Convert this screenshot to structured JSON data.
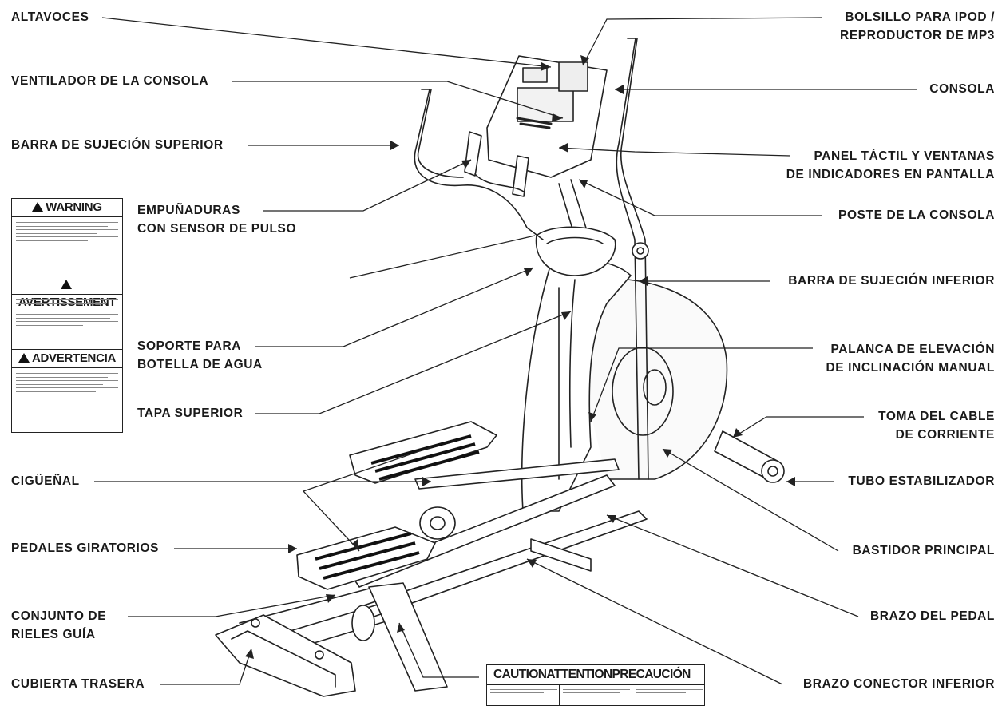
{
  "labels": {
    "altavoces": "ALTAVOCES",
    "bolsillo_l1": "BOLSILLO PARA IPOD /",
    "bolsillo_l2": "REPRODUCTOR DE MP3",
    "ventilador": "VENTILADOR DE LA CONSOLA",
    "consola": "CONSOLA",
    "barra_superior": "BARRA DE SUJECIÓN SUPERIOR",
    "panel_l1": "PANEL TÁCTIL Y VENTANAS",
    "panel_l2": "DE INDICADORES EN PANTALLA",
    "empunaduras_l1": "EMPUÑADURAS",
    "empunaduras_l2": "CON SENSOR DE PULSO",
    "poste": "POSTE DE LA CONSOLA",
    "barra_inferior": "BARRA DE SUJECIÓN INFERIOR",
    "soporte_l1": "SOPORTE PARA",
    "soporte_l2": "BOTELLA DE AGUA",
    "palanca_l1": "PALANCA DE ELEVACIÓN",
    "palanca_l2": "DE INCLINACIÓN MANUAL",
    "tapa": "TAPA SUPERIOR",
    "toma_l1": "TOMA DEL CABLE",
    "toma_l2": "DE CORRIENTE",
    "ciguenal": "CIGÜEÑAL",
    "tubo": "TUBO ESTABILIZADOR",
    "pedales": "PEDALES GIRATORIOS",
    "bastidor": "BASTIDOR PRINCIPAL",
    "rieles_l1": "CONJUNTO DE",
    "rieles_l2": "RIELES GUÍA",
    "brazo_pedal": "BRAZO DEL PEDAL",
    "cubierta": "CUBIERTA TRASERA",
    "brazo_conector": "BRAZO CONECTOR INFERIOR"
  },
  "warning_label": {
    "warning": "WARNING",
    "avertissement": "AVERTISSEMENT",
    "advertencia": "ADVERTENCIA"
  },
  "caution_label": {
    "title": "CAUTIONATTENTIONPRECAUCIÓN"
  }
}
